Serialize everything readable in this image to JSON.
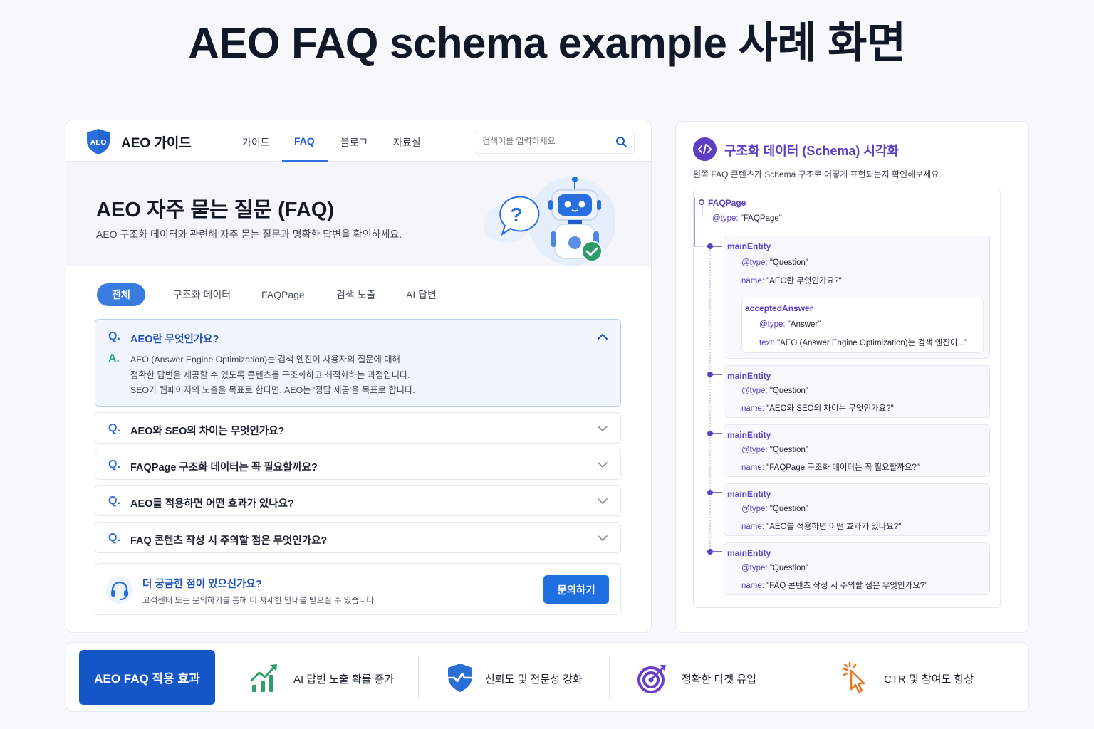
{
  "page_title": "AEO FAQ schema example 사례 화면",
  "site": {
    "logo_badge": "AEO",
    "brand": "AEO 가이드",
    "nav": [
      {
        "label": "가이드",
        "active": false
      },
      {
        "label": "FAQ",
        "active": true
      },
      {
        "label": "블로그",
        "active": false
      },
      {
        "label": "자료실",
        "active": false
      }
    ],
    "search": {
      "placeholder": "검색어를 입력하세요",
      "value": ""
    }
  },
  "hero": {
    "title": "AEO 자주 묻는 질문 (FAQ)",
    "subtitle": "AEO 구조화 데이터와 관련해 자주 묻는 질문과 명확한 답변을 확인하세요.",
    "illustration": "robot-question-illustration"
  },
  "tabs": [
    {
      "label": "전체",
      "active": true
    },
    {
      "label": "구조화 데이터",
      "active": false
    },
    {
      "label": "FAQPage",
      "active": false
    },
    {
      "label": "검색 노출",
      "active": false
    },
    {
      "label": "AI 답변",
      "active": false
    }
  ],
  "faq": {
    "q_mark": "Q.",
    "a_mark": "A.",
    "items": [
      {
        "question": "AEO란 무엇인가요?",
        "open": true,
        "answer_lines": [
          "AEO (Answer Engine Optimization)는 검색 엔진이 사용자의 질문에 대해",
          "정확한 답변을 제공할 수 있도록 콘텐츠를 구조화하고 최적화하는 과정입니다.",
          "SEO가 웹페이지의 노출을 목표로 한다면, AEO는 '정답 제공'을 목표로 합니다."
        ]
      },
      {
        "question": "AEO와 SEO의 차이는 무엇인가요?",
        "open": false
      },
      {
        "question": "FAQPage 구조화 데이터는 꼭 필요할까요?",
        "open": false
      },
      {
        "question": "AEO를 적용하면 어떤 효과가 있나요?",
        "open": false
      },
      {
        "question": "FAQ 콘텐츠 작성 시 주의할 점은 무엇인가요?",
        "open": false
      }
    ]
  },
  "contact": {
    "title": "더 궁금한 점이 있으신가요?",
    "subtitle": "고객센터 또는 문의하기를 통해 더 자세한 안내를 받으실 수 있습니다.",
    "button": "문의하기"
  },
  "schema": {
    "title": "구조화 데이터 (Schema) 시각화",
    "subtitle": "왼쪽 FAQ 콘텐츠가 Schema 구조로 어떻게 표현되는지 확인해보세요.",
    "root": {
      "label": "FAQPage",
      "type_key": "@type:",
      "type_value": "\"FAQPage\""
    },
    "entities": [
      {
        "label": "mainEntity",
        "type_key": "@type:",
        "type_value": "\"Question\"",
        "name_key": "name:",
        "name_value": "\"AEO란 무엇인가요?\"",
        "answer": {
          "label": "acceptedAnswer",
          "type_key": "@type:",
          "type_value": "\"Answer\"",
          "text_key": "text:",
          "text_value": "\"AEO (Answer Engine Optimization)는 검색 엔진이...\""
        }
      },
      {
        "label": "mainEntity",
        "type_key": "@type:",
        "type_value": "\"Question\"",
        "name_key": "name:",
        "name_value": "\"AEO와 SEO의 차이는 무엇인가요?\""
      },
      {
        "label": "mainEntity",
        "type_key": "@type:",
        "type_value": "\"Question\"",
        "name_key": "name:",
        "name_value": "\"FAQPage 구조화 데이터는 꼭 필요할까요?\""
      },
      {
        "label": "mainEntity",
        "type_key": "@type:",
        "type_value": "\"Question\"",
        "name_key": "name:",
        "name_value": "\"AEO를 적용하면 어떤 효과가 있나요?\""
      },
      {
        "label": "mainEntity",
        "type_key": "@type:",
        "type_value": "\"Question\"",
        "name_key": "name:",
        "name_value": "\"FAQ 콘텐츠 작성 시 주의할 점은 무엇인가요?\""
      }
    ]
  },
  "effects": {
    "badge": "AEO FAQ 적용 효과",
    "items": [
      {
        "label": "AI 답변 노출 확률 증가",
        "icon": "growth-chart-icon",
        "color": "#2f9e6b"
      },
      {
        "label": "신뢰도 및 전문성 강화",
        "icon": "shield-check-icon",
        "color": "#2a6fd6"
      },
      {
        "label": "정확한 타겟 유입",
        "icon": "target-icon",
        "color": "#6a3fc8"
      },
      {
        "label": "CTR 및 참여도 향상",
        "icon": "cursor-click-icon",
        "color": "#e8782a"
      }
    ]
  },
  "colors": {
    "primary_blue": "#1f6fe0",
    "schema_purple": "#5b3fc4",
    "answer_green": "#2fa77a",
    "badge_blue": "#1556c6"
  }
}
